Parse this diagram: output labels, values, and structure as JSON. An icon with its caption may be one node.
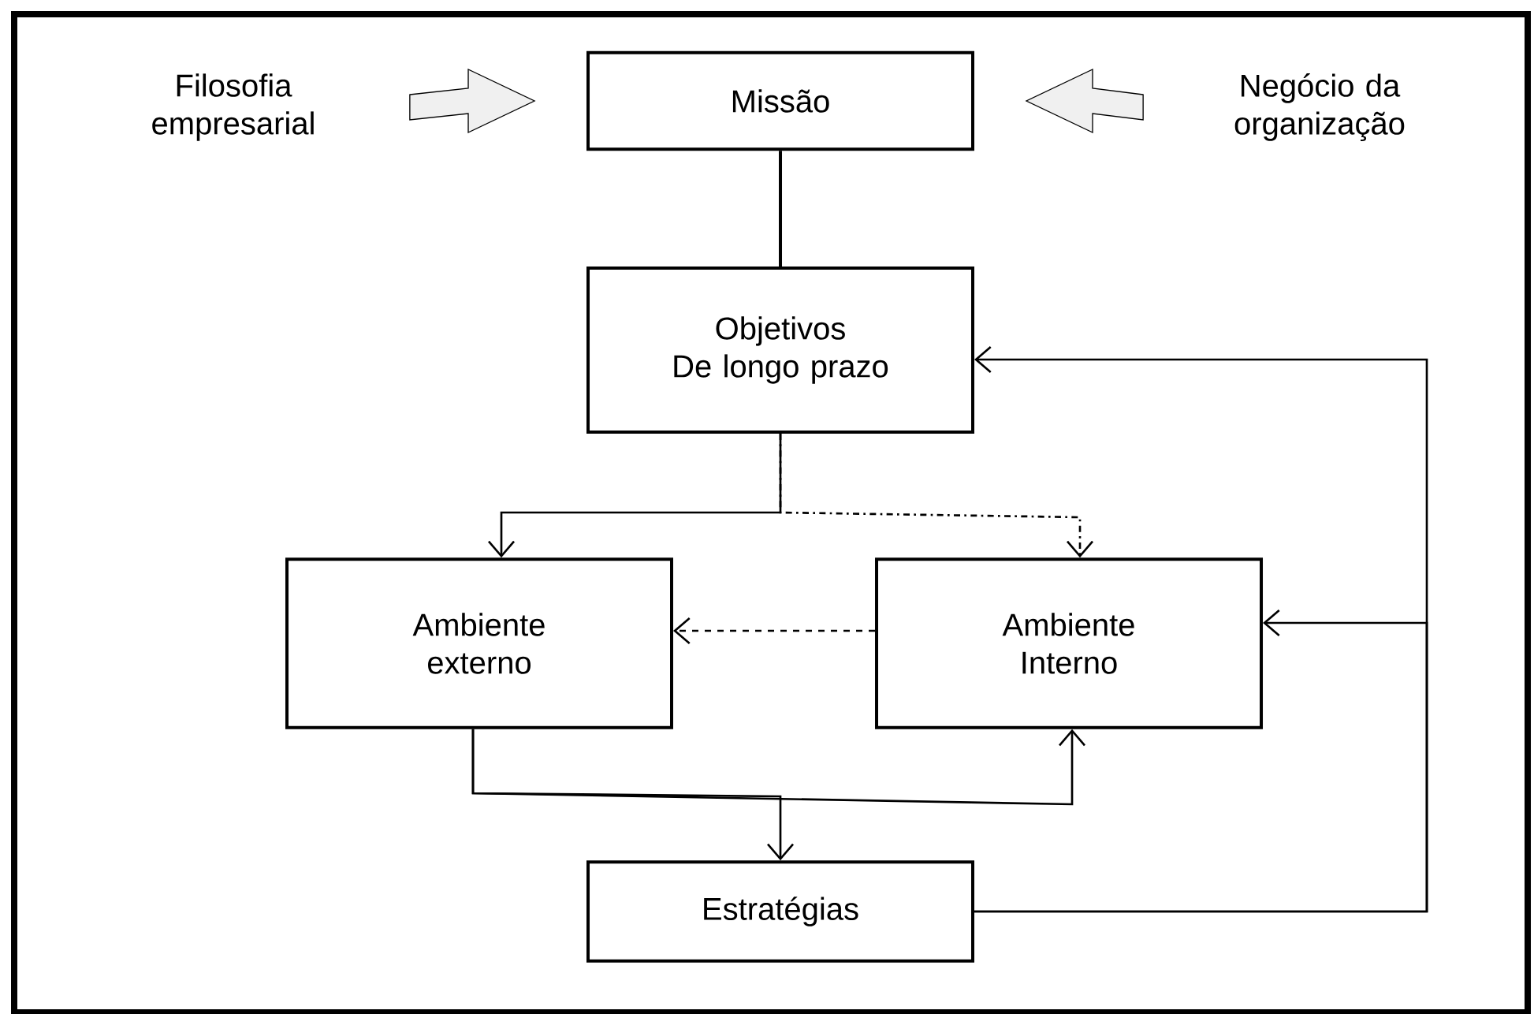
{
  "diagram": {
    "nodes": [
      {
        "text": [
          "Filosofia empresarial"
        ]
      },
      {
        "text": [
          "Missão"
        ]
      },
      {
        "text": [
          "Negócio da organização"
        ]
      },
      {
        "text": [
          "Objetivos",
          "De longo prazo"
        ]
      },
      {
        "text": [
          "Ambiente externo"
        ]
      },
      {
        "text": [
          "Ambiente Interno"
        ]
      },
      {
        "text": [
          "Estratégias"
        ]
      }
    ],
    "edges": [
      {
        "from": 0,
        "to": 1,
        "arrow": "to",
        "style": "thick"
      },
      {
        "from": 2,
        "to": 1,
        "arrow": "to",
        "style": "thick"
      },
      {
        "from": 1,
        "to": 3,
        "arrow": "none"
      },
      {
        "from": 3,
        "to": 4,
        "arrow": "to"
      },
      {
        "from": 3,
        "to": 5,
        "arrow": "to",
        "style": "dashed"
      },
      {
        "from": 5,
        "to": 4,
        "arrow": "to",
        "style": "dashed"
      },
      {
        "from": 4,
        "to": 6,
        "arrow": "to"
      },
      {
        "from": 4,
        "to": 5,
        "arrow": "to"
      },
      {
        "from": 6,
        "to": 3,
        "arrow": "to"
      },
      {
        "from": 6,
        "to": 5,
        "arrow": "to"
      }
    ]
  }
}
